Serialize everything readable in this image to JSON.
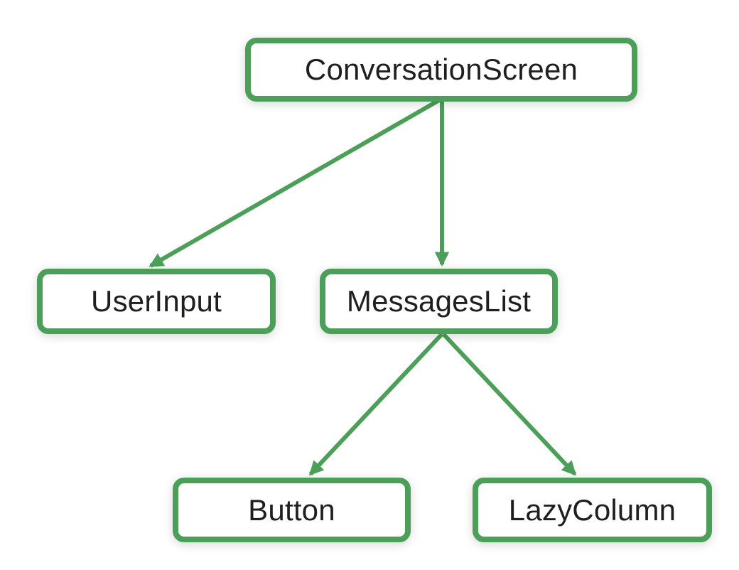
{
  "diagram": {
    "type": "component-tree",
    "accent_color": "#4C9F59",
    "text_color": "#1F1F1F",
    "background_color": "#FFFFFF",
    "nodes": [
      {
        "id": "conversation-screen",
        "label": "ConversationScreen"
      },
      {
        "id": "user-input",
        "label": "UserInput"
      },
      {
        "id": "messages-list",
        "label": "MessagesList"
      },
      {
        "id": "button",
        "label": "Button"
      },
      {
        "id": "lazy-column",
        "label": "LazyColumn"
      }
    ],
    "edges": [
      {
        "from": "ConversationScreen",
        "to": "UserInput"
      },
      {
        "from": "ConversationScreen",
        "to": "MessagesList"
      },
      {
        "from": "MessagesList",
        "to": "Button"
      },
      {
        "from": "MessagesList",
        "to": "LazyColumn"
      }
    ]
  }
}
